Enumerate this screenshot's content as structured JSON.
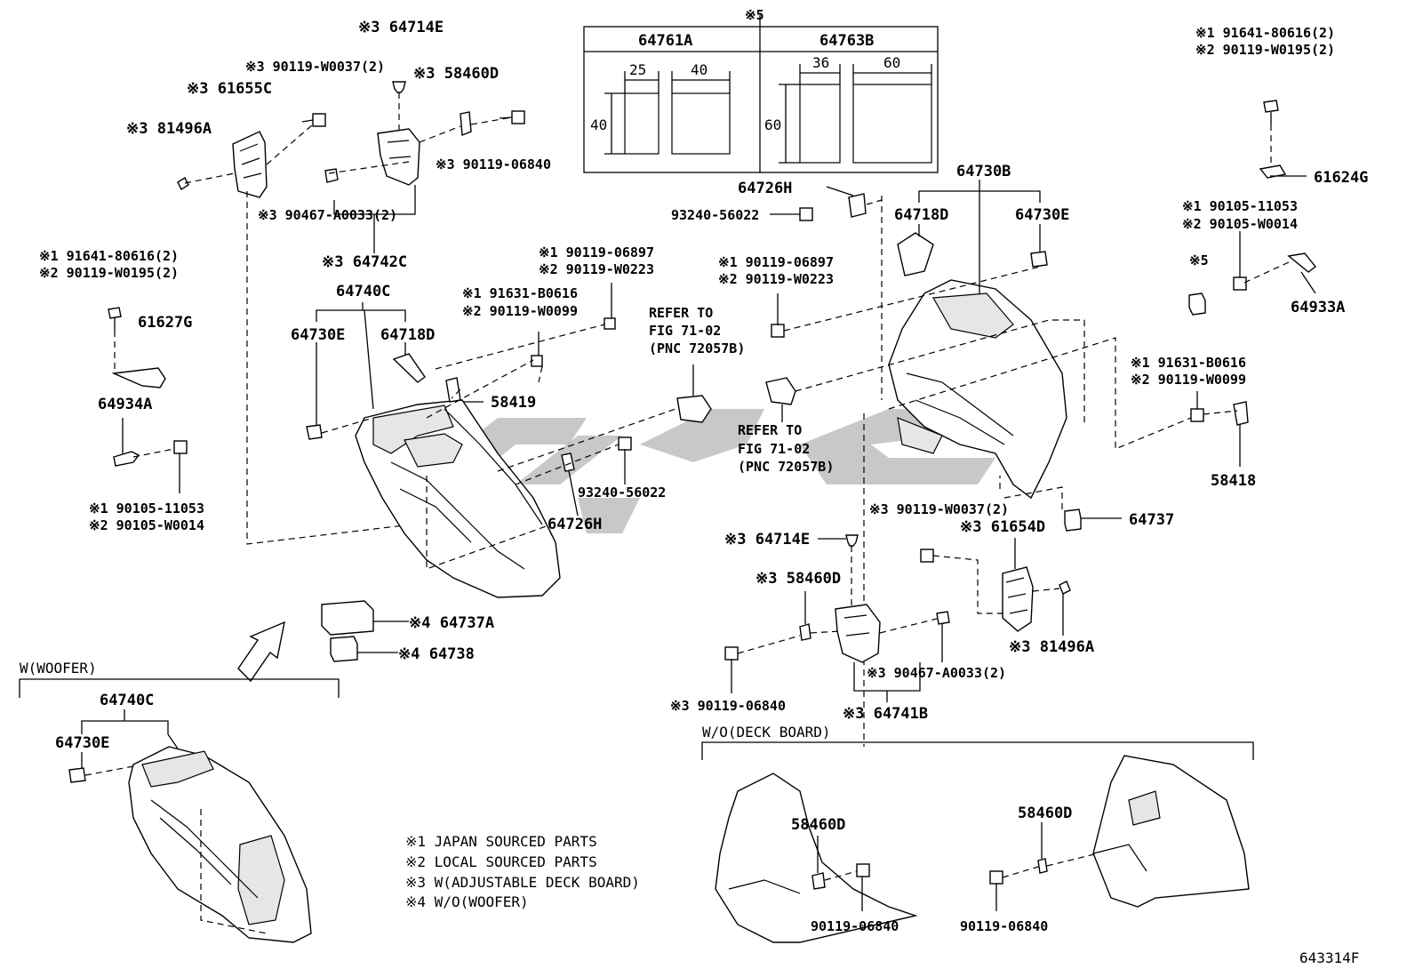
{
  "labels": {
    "l_64714E_top": "※3 64714E",
    "l_90119W0037_top": "※3 90119-W0037(2)",
    "l_58460D_top": "※3 58460D",
    "l_61655C": "※3 61655C",
    "l_81496A_left": "※3 81496A",
    "l_90119_06840_top": "※3 90119-06840",
    "l_90467_left": "※3 90467-A0033(2)",
    "l_64742C": "※3 64742C",
    "l_left_91641": "※1 91641-80616(2)",
    "l_left_90119W0195": "※2 90119-W0195(2)",
    "l_61627G": "61627G",
    "l_64934A": "64934A",
    "l_left_90105_11053": "※1  90105-11053",
    "l_left_90105_W0014": "※2  90105-W0014",
    "l_64740C": "64740C",
    "l_64730E_left": "64730E",
    "l_64718D_left": "64718D",
    "l_58419": "58419",
    "l_mid_90119_06897": "※1 90119-06897",
    "l_mid_90119_W0223": "※2 90119-W0223",
    "l_mid_91631": "※1 91631-B0616",
    "l_mid_90119_W0099": "※2 90119-W0099",
    "l_refer1_a": "REFER TO",
    "l_refer1_b": "FIG 71-02",
    "l_refer1_c": "(PNC 72057B)",
    "l_93240_mid": "93240-56022",
    "l_64726H_mid": "64726H",
    "l_64737A": "※4 64737A",
    "l_64738": "※4 64738",
    "l_woofer": "W(WOOFER)",
    "l_64740C_b": "64740C",
    "l_64730E_b": "64730E",
    "l_star5": "※5",
    "l_64761A": "64761A",
    "l_64763B": "64763B",
    "l_dim25": "25",
    "l_dim40a": "40",
    "l_dim40b": "40",
    "l_dim36": "36",
    "l_dim60a": "60",
    "l_dim60b": "60",
    "l_64726H_r": "64726H",
    "l_93240_r": "93240-56022",
    "l_64730B": "64730B",
    "l_64718D_r": "64718D",
    "l_64730E_r": "64730E",
    "l_r_90119_06897": "※1 90119-06897",
    "l_r_90119_W0223": "※2 90119-W0223",
    "l_refer2_a": "REFER TO",
    "l_refer2_b": "FIG 71-02",
    "l_refer2_c": "(PNC 72057B)",
    "l_90119W0037_r": "※3 90119-W0037(2)",
    "l_61654D": "※3 61654D",
    "l_64737": "64737",
    "l_64714E_r": "※3 64714E",
    "l_58460D_r": "※3 58460D",
    "l_81496A_r": "※3 81496A",
    "l_90467_r": "※3 90467-A0033(2)",
    "l_90119_06840_r": "※3 90119-06840",
    "l_64741B": "※3 64741B",
    "l_tr_91641": "※1 91641-80616(2)",
    "l_tr_90119_W0195": "※2 90119-W0195(2)",
    "l_61624G": "61624G",
    "l_tr_90105_11053": "※1 90105-11053",
    "l_tr_90105_W0014": "※2 90105-W0014",
    "l_star5_r": "※5",
    "l_64933A": "64933A",
    "l_r_91631": "※1 91631-B0616",
    "l_r_90119_W0099": "※2 90119-W0099",
    "l_58418": "58418",
    "l_wo_deck": "W/O(DECK BOARD)",
    "l_58460D_b1": "58460D",
    "l_90119_06840_b1": "90119-06840",
    "l_58460D_b2": "58460D",
    "l_90119_06840_b2": "90119-06840",
    "l_fig_code": "643314F"
  },
  "notes": [
    "※1  JAPAN SOURCED PARTS",
    "※2  LOCAL SOURCED PARTS",
    "※3  W(ADJUSTABLE DECK BOARD)",
    "※4  W/O(WOOFER)"
  ]
}
